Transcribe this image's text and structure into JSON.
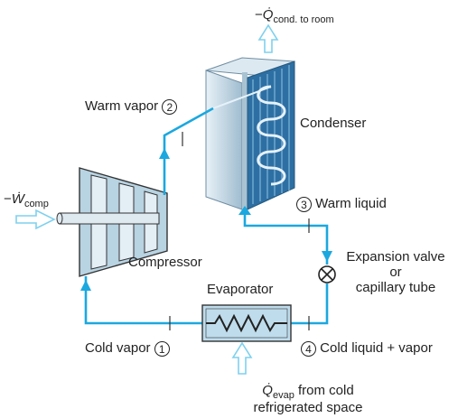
{
  "colors": {
    "flow_line": "#1ba8df",
    "heat_arrow": "#7fd0ee",
    "component_fill": "#bfdcec",
    "component_dark": "#6f94ad",
    "outline": "#333333",
    "background": "#ffffff"
  },
  "heat_out": {
    "prefix": "−",
    "symbol": "Q̇",
    "subscript": "cond. to room"
  },
  "work_in": {
    "prefix": "−",
    "symbol": "Ẇ",
    "subscript": "comp"
  },
  "heat_in": {
    "symbol": "Q̇",
    "subscript": "evap",
    "text_line1": " from cold",
    "text_line2": "refrigerated space"
  },
  "components": {
    "condenser": "Condenser",
    "compressor": "Compressor",
    "evaporator": "Evaporator",
    "expansion_line1": "Expansion valve",
    "expansion_line2": "or",
    "expansion_line3": "capillary tube"
  },
  "states": [
    {
      "number": "1",
      "label": "Cold vapor"
    },
    {
      "number": "2",
      "label": "Warm vapor"
    },
    {
      "number": "3",
      "label": "Warm liquid"
    },
    {
      "number": "4",
      "label": "Cold liquid + vapor"
    }
  ],
  "icons": [
    "heat-out-arrow-icon",
    "work-in-arrow-icon",
    "heat-in-arrow-icon",
    "expansion-valve-icon",
    "flow-arrow-icon"
  ]
}
